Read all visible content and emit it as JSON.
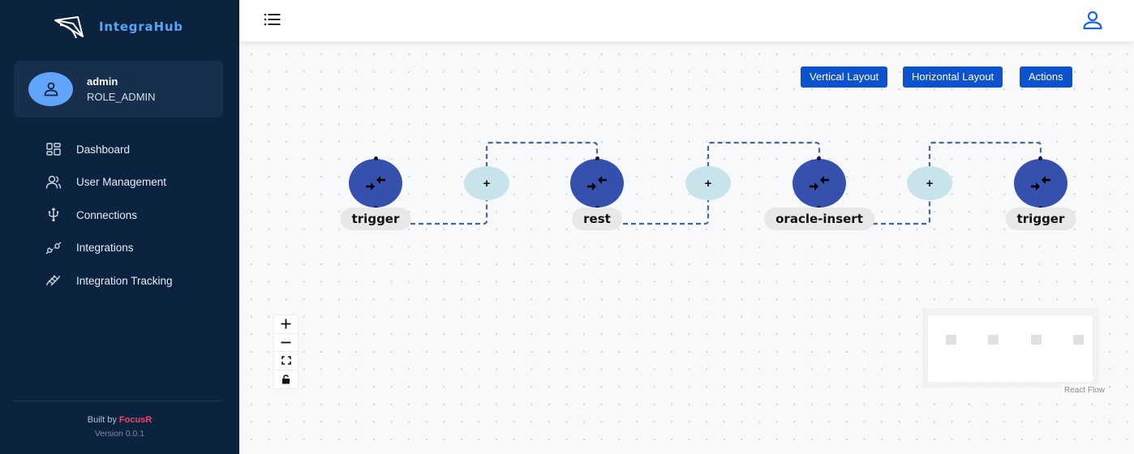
{
  "app": {
    "name": "IntegraHub",
    "brand_color": "#5aa3f5",
    "sidebar_bg": "#0c2340",
    "primary_button_color": "#0b52cc"
  },
  "user": {
    "name": "admin",
    "role": "ROLE_ADMIN",
    "avatar_icon": "user-icon"
  },
  "sidebar": {
    "items": [
      {
        "label": "Dashboard",
        "icon": "dashboard-grid-icon"
      },
      {
        "label": "User Management",
        "icon": "users-icon"
      },
      {
        "label": "Connections",
        "icon": "usb-icon"
      },
      {
        "label": "Integrations",
        "icon": "plug-icon"
      },
      {
        "label": "Integration Tracking",
        "icon": "track-icon"
      }
    ],
    "footer": {
      "built_by_prefix": "Built by",
      "built_by_brand": "FocusR",
      "version": "Version 0.0.1"
    }
  },
  "header": {
    "menu_icon": "list-menu-icon",
    "profile_icon": "user-profile-icon"
  },
  "toolbar": {
    "vertical_layout": "Vertical Layout",
    "horizontal_layout": "Horizontal Layout",
    "actions": "Actions"
  },
  "flow": {
    "nodes": [
      {
        "label": "trigger",
        "icon": "compress-arrows-icon"
      },
      {
        "label": "rest",
        "icon": "compress-arrows-icon"
      },
      {
        "label": "oracle-insert",
        "icon": "compress-arrows-icon"
      },
      {
        "label": "trigger",
        "icon": "compress-arrows-icon"
      }
    ],
    "add_buttons": [
      "+",
      "+",
      "+"
    ],
    "node_color": "#3650ad",
    "add_node_color": "#c8e4ea",
    "edge_color": "#4a6a96"
  },
  "controls": {
    "zoom_in": "zoom-in",
    "zoom_out": "zoom-out",
    "fit_view": "fit-view",
    "lock": "toggle-interactivity"
  },
  "attribution": "React Flow"
}
